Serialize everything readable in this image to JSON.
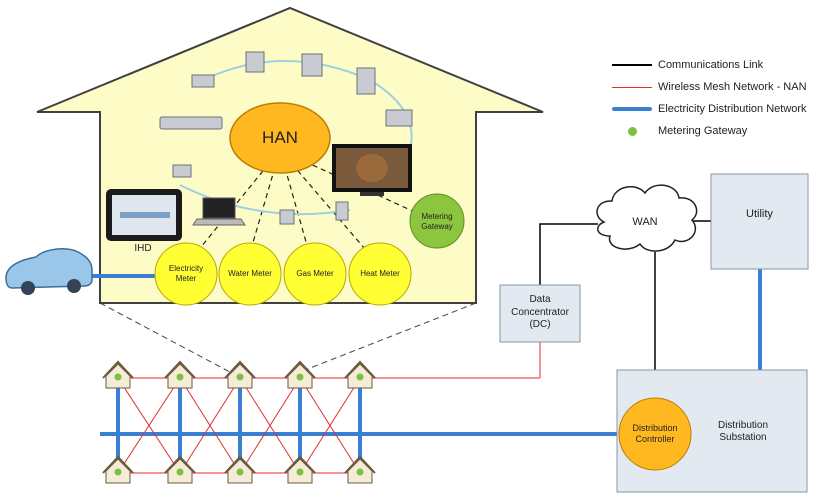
{
  "legend": {
    "items": [
      {
        "key": "comm",
        "label": "Communications Link"
      },
      {
        "key": "mesh",
        "label": "Wireless Mesh Network - NAN"
      },
      {
        "key": "dist",
        "label": "Electricity Distribution Network"
      },
      {
        "key": "gw",
        "label": "Metering Gateway"
      }
    ]
  },
  "house": {
    "han_label": "HAN",
    "ihd_label": "IHD",
    "gateway_label": "Metering Gateway",
    "meters": [
      "Electricity Meter",
      "Water Meter",
      "Gas Meter",
      "Heat Meter"
    ]
  },
  "wan_label": "WAN",
  "utility_label": "Utility",
  "dc_label": "Data Concentrator (DC)",
  "controller_label": "Distribution Controller",
  "substation_label": "Distribution Substation",
  "colors": {
    "house_fill": "#fdfcc6",
    "meter_fill": "#ffff33",
    "han_fill": "#ffb81f",
    "gateway_fill": "#8cc63f",
    "controller_fill": "#ffb81f",
    "box_fill": "#e3e9f1",
    "mesh": "#e03030",
    "distribution": "#3a7fd6"
  }
}
